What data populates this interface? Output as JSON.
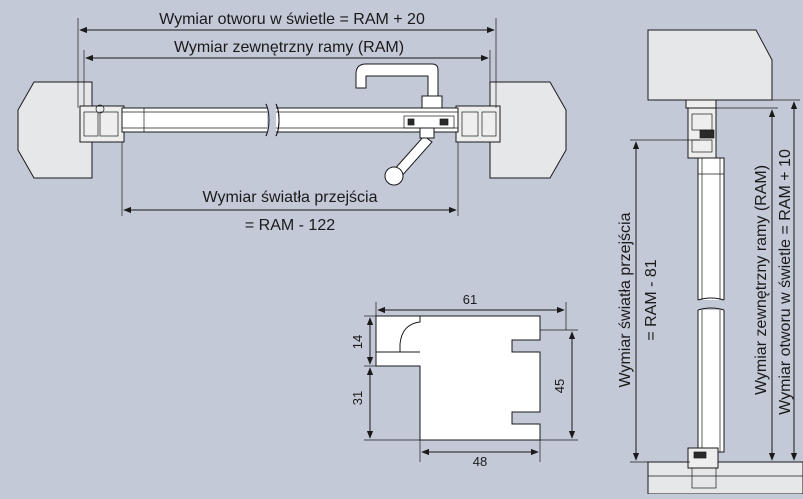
{
  "plan_view": {
    "dim_opening": "Wymiar otworu w świetle = RAM + 20",
    "dim_frame_outer": "Wymiar zewnętrzny ramy (RAM)",
    "dim_clear_passage_line1": "Wymiar światła przejścia",
    "dim_clear_passage_line2": "= RAM - 122"
  },
  "section_view": {
    "dim_clear_passage_line1": "Wymiar światła przejścia",
    "dim_clear_passage_line2": "= RAM - 81",
    "dim_frame_outer": "Wymiar zewnętrzny ramy (RAM)",
    "dim_opening": "Wymiar otworu w świetle = RAM + 10"
  },
  "profile_detail": {
    "dim_top": "61",
    "dim_bottom": "48",
    "dim_left_upper": "14",
    "dim_left_lower": "31",
    "dim_right": "45"
  }
}
